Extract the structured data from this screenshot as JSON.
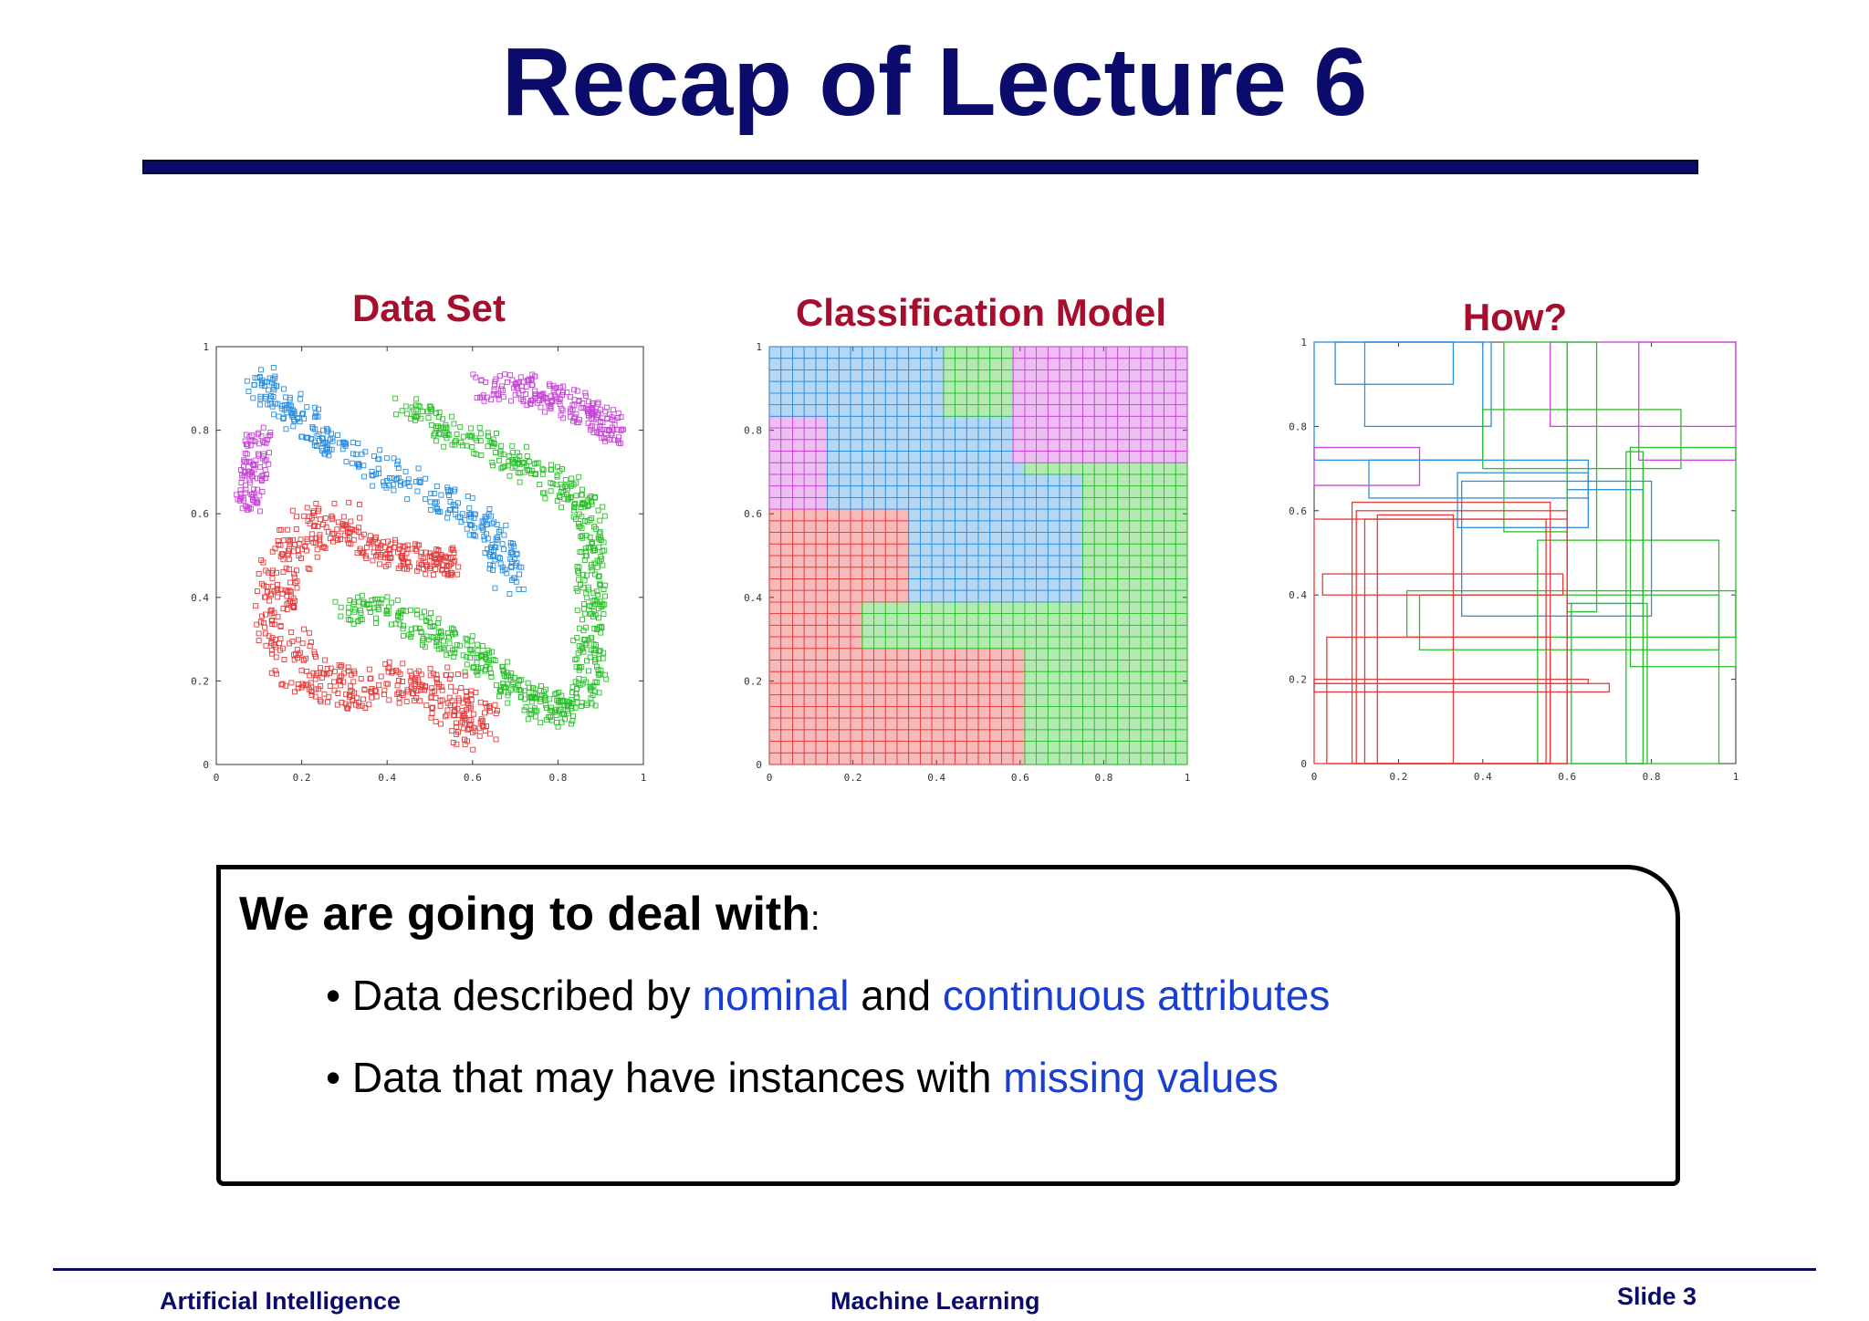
{
  "slide": {
    "title": "Recap of Lecture 6"
  },
  "panels": [
    {
      "title": "Data Set"
    },
    {
      "title": "Classification Model"
    },
    {
      "title": "How?"
    }
  ],
  "axis_ticks": {
    "x": [
      "0",
      "0.2",
      "0.4",
      "0.6",
      "0.8",
      "1"
    ],
    "y": [
      "0",
      "0.2",
      "0.4",
      "0.6",
      "0.8",
      "1"
    ]
  },
  "colors": {
    "red": "#e83a3a",
    "blue": "#2a8de0",
    "green": "#28c028",
    "magenta": "#c844d8",
    "title_navy": "#0b0b6b",
    "panel_title": "#a50f2d",
    "highlight": "#1a3fd0"
  },
  "box": {
    "heading": "We are going to deal with",
    "heading_suffix": ":",
    "bullets": [
      {
        "prefix": "• Data described by ",
        "hl1": "nominal",
        "mid": " and ",
        "hl2": "continuous attributes"
      },
      {
        "prefix": "• Data that may have instances with ",
        "hl1": "missing values"
      }
    ]
  },
  "footer": {
    "left": "Artificial Intelligence",
    "center": "Machine Learning",
    "right": "Slide 3"
  }
}
